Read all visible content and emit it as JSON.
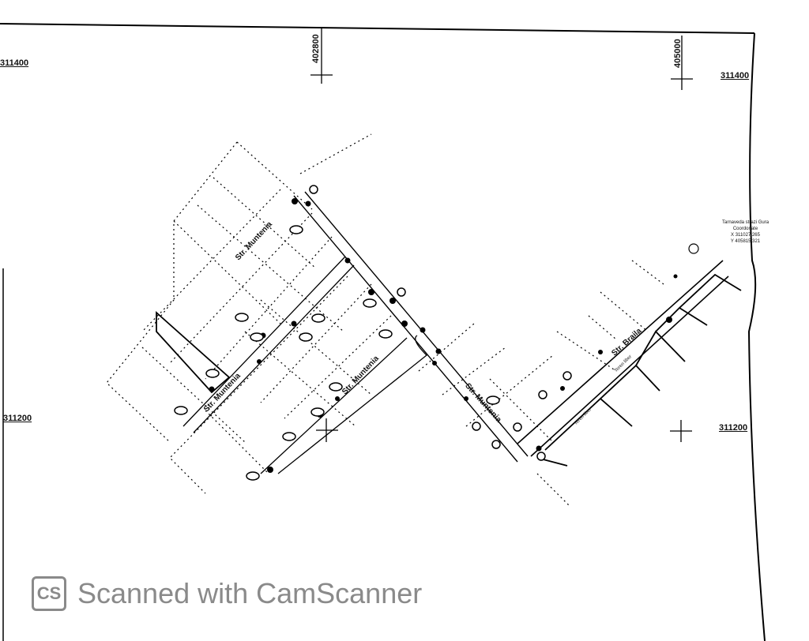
{
  "grid": {
    "north_left": "311400",
    "north_right": "311400",
    "south_left": "311200",
    "south_right": "311200",
    "east_left": "402800",
    "east_right": "405000"
  },
  "streets": {
    "muntenia_upper": "Str. Muntenia",
    "muntenia_lower": "Str. Muntenia",
    "muntenia_middle": "Str. Muntenia",
    "muntenia_east": "Str. Muntenia",
    "braila": "Str. Braila"
  },
  "parcels": [
    "Teren liber",
    "Teren liber"
  ],
  "legend": {
    "title": "Tarnaveda strazi Gura",
    "subtitle": "Coordonate",
    "x": "X 311027.265",
    "y": "Y 405815.321"
  },
  "watermark": {
    "badge": "CS",
    "text": "Scanned with CamScanner"
  }
}
